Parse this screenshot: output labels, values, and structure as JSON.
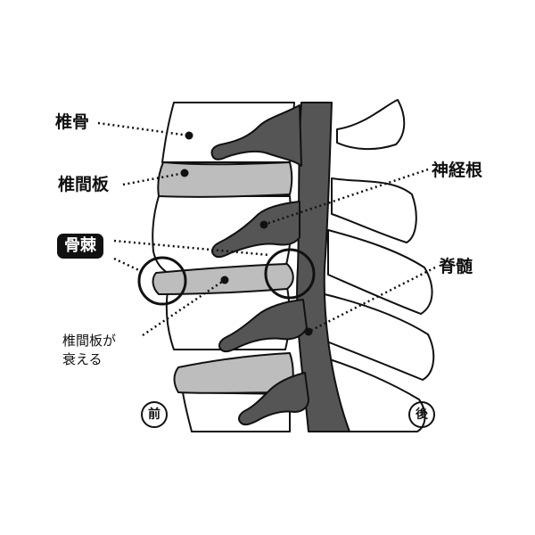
{
  "labels": {
    "vertebra": "椎骨",
    "disc": "椎間板",
    "osteophyte": "骨棘",
    "nerve_root": "神経根",
    "spinal_cord": "脊髄",
    "disc_degeneration_line1": "椎間板が",
    "disc_degeneration_line2": "衰える",
    "anterior": "前",
    "posterior": "後"
  },
  "colors": {
    "outline": "#111111",
    "bone": "#ffffff",
    "disc": "#bdbdbd",
    "nerve": "#555555",
    "badge_bg": "#111111",
    "badge_text": "#ffffff"
  }
}
